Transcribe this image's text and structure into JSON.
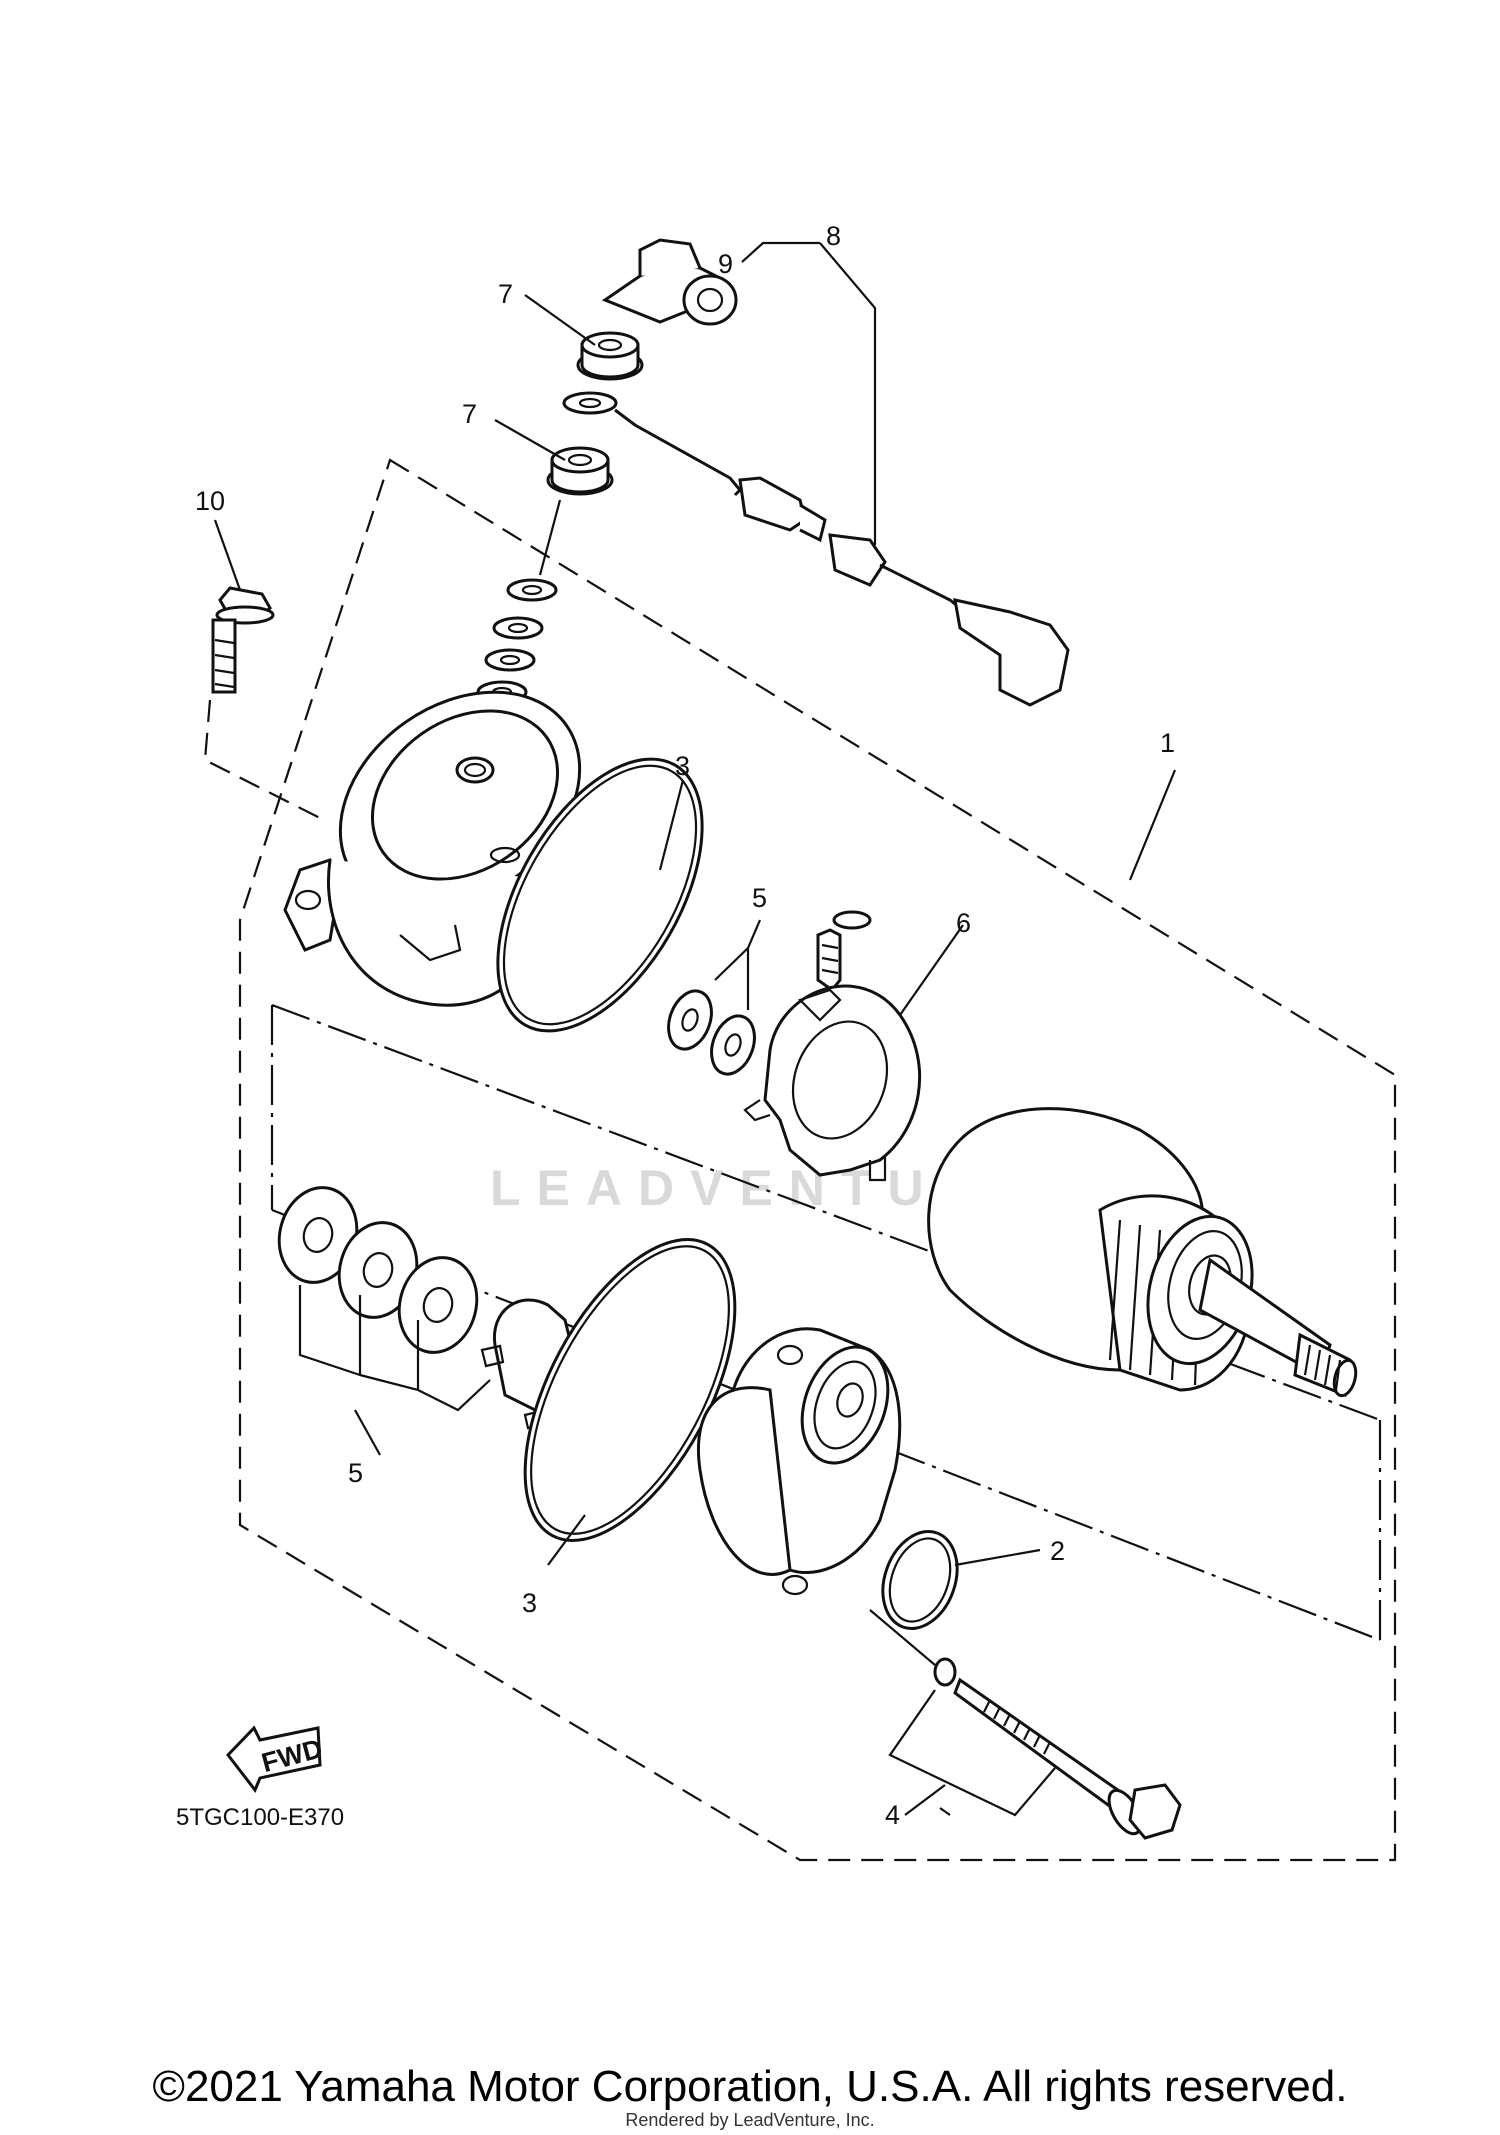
{
  "diagram": {
    "code": "5TGC100-E370",
    "fwd_label": "FWD",
    "watermark": "LEADVENTURE",
    "callouts": {
      "c1": "1",
      "c2": "2",
      "c3a": "3",
      "c3b": "3",
      "c4": "4",
      "c5a": "5",
      "c5b": "5",
      "c6": "6",
      "c7a": "7",
      "c7b": "7",
      "c8": "8",
      "c9": "9",
      "c10": "10"
    }
  },
  "footer": {
    "copyright": "©2021 Yamaha Motor Corporation, U.S.A. All rights reserved.",
    "rendered_by": "Rendered by LeadVenture, Inc."
  }
}
